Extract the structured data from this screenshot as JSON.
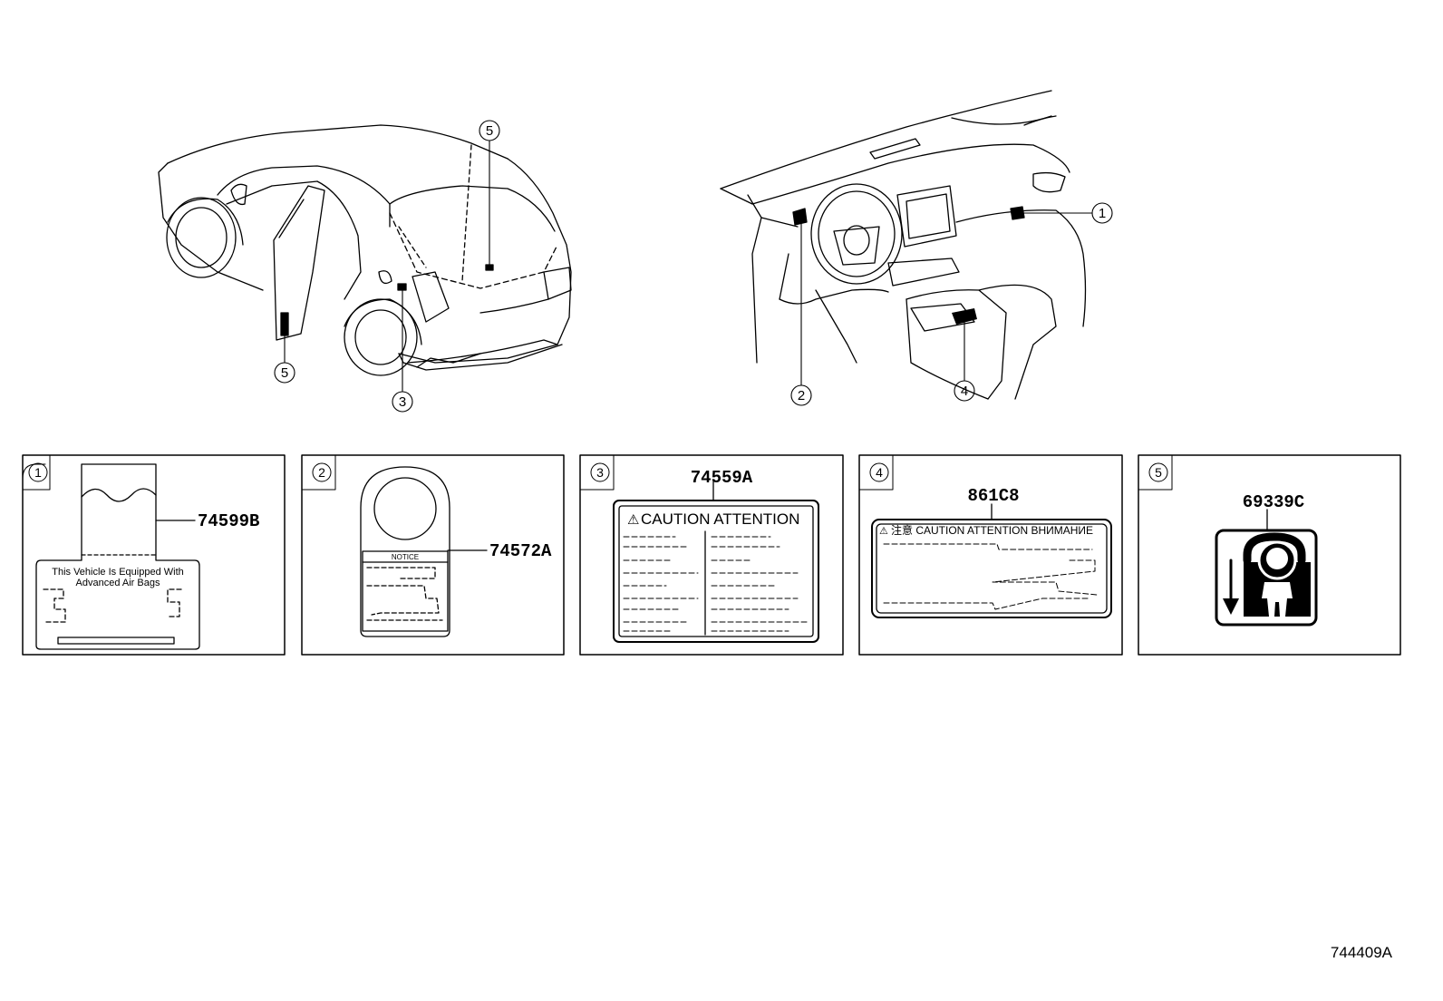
{
  "diagram": {
    "id": "744409A",
    "callouts": [
      "1",
      "2",
      "3",
      "4",
      "5",
      "5"
    ],
    "panels": [
      {
        "num": "1",
        "part": "74599B",
        "text_line1": "This Vehicle Is Equipped With",
        "text_line2": "Advanced  Air  Bags"
      },
      {
        "num": "2",
        "part": "74572A",
        "header": "NOTICE"
      },
      {
        "num": "3",
        "part": "74559A",
        "title": "CAUTION ATTENTION"
      },
      {
        "num": "4",
        "part": "861C8",
        "title": "注意 CAUTION  ATTENTION  ВНИМАНИЕ"
      },
      {
        "num": "5",
        "part": "69339C"
      }
    ]
  }
}
